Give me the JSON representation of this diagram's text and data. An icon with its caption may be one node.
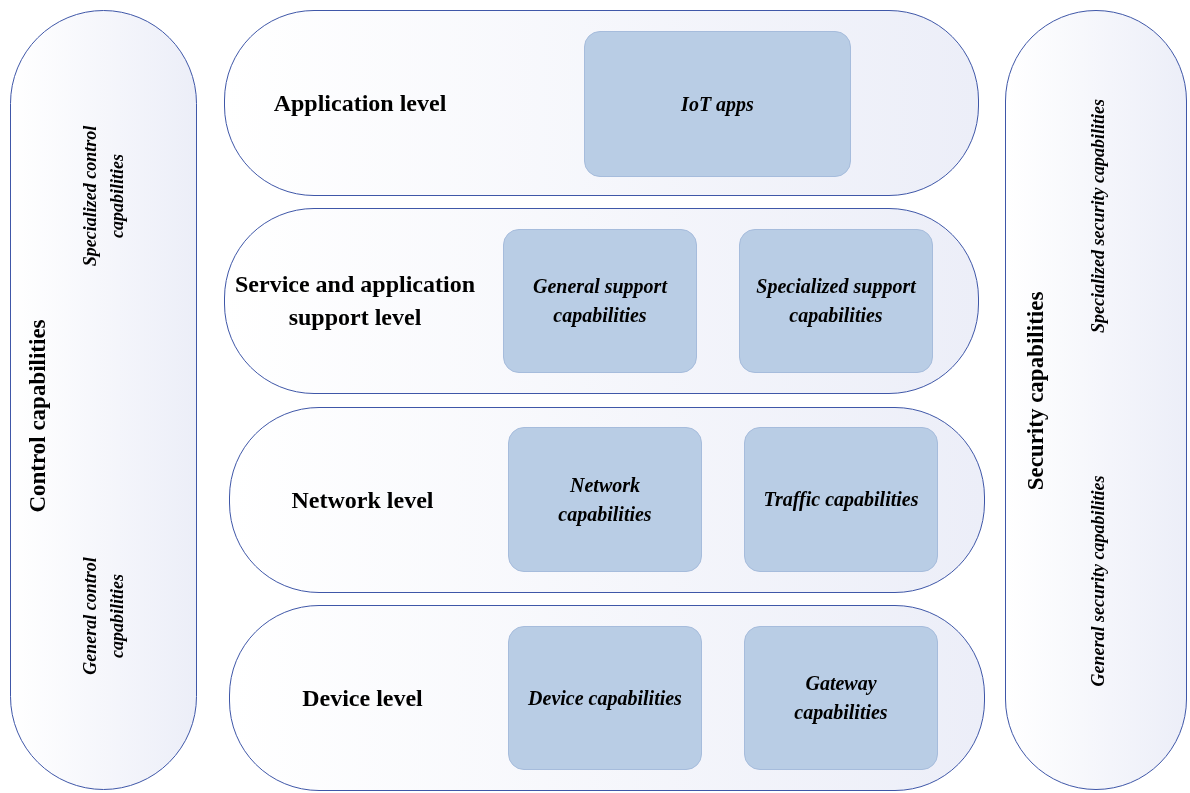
{
  "diagram": {
    "nodes": [
      {
        "text": [
          "Control capabilities",
          "Specialized control capabilities",
          "General control capabilities"
        ]
      },
      {
        "text": [
          "Application level"
        ]
      },
      {
        "text": [
          "IoT apps"
        ],
        "in": 1
      },
      {
        "text": [
          "Service and application support level"
        ]
      },
      {
        "text": [
          "General support capabilities"
        ],
        "in": 3
      },
      {
        "text": [
          "Specialized support capabilities"
        ],
        "in": 3
      },
      {
        "text": [
          "Network level"
        ]
      },
      {
        "text": [
          "Network capabilities"
        ],
        "in": 6
      },
      {
        "text": [
          "Traffic capabilities"
        ],
        "in": 6
      },
      {
        "text": [
          "Device level"
        ]
      },
      {
        "text": [
          "Device capabilities"
        ],
        "in": 9
      },
      {
        "text": [
          "Gateway capabilities"
        ],
        "in": 9
      },
      {
        "text": [
          "Security capabilities",
          "Specialized security capabilities",
          "General security capabilities"
        ]
      }
    ],
    "edges": []
  }
}
